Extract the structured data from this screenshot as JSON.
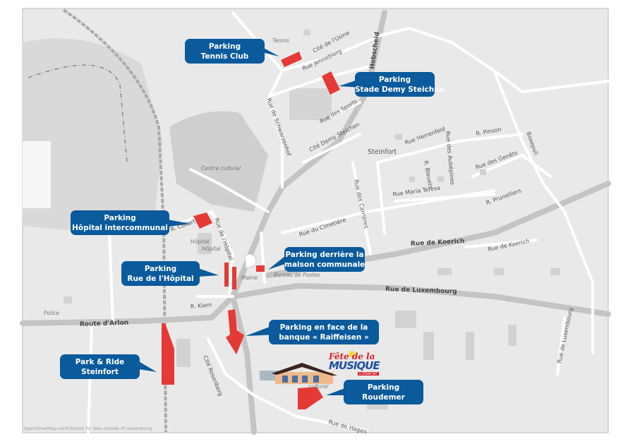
{
  "colors": {
    "callout": "#0a5a9c",
    "parking": "#e53935",
    "map_bg": "#e9e9e9",
    "road": "#ffffff",
    "main_road": "#c4c4c4"
  },
  "place": "Steinfort",
  "streets": {
    "cite_usine": "Cité de l'Usine",
    "jennebierg": "Rue Jennebierg",
    "hobscheid": "Hobscheid",
    "schwarzenhof": "Rue de Schwarzenhof",
    "sports": "Rue des Sports",
    "demy": "Cité Demy Steichen",
    "herrenfeld": "Rue Herrenfeld",
    "pinson": "R. Pinson",
    "boxepull": "Boxepull",
    "aubepines": "Rue des Aubépines",
    "bleuets": "R. Bleuets",
    "genets": "Rue des Genêts",
    "maria_teresa": "Rue Maria Teresa",
    "prunelliers": "R. Prunelliers",
    "carrieres": "Rue des Carrières",
    "cimetiere": "Rue du Cimetière",
    "koerich": "Rue de Koerich",
    "koerich2": "Rue de Koerich",
    "luxembourg": "Rue de Luxembourg",
    "luxembourg2": "Rue de Luxembourg",
    "collart": "R. Collart",
    "hopital": "Rue de l'Hôpital",
    "kiem": "R. Kiem",
    "arlon": "Route d'Arlon",
    "rosenberg": "Cité Rosenberg",
    "hagen": "Rue de Hagen"
  },
  "pois": {
    "tennis": "Tennis",
    "centre_culturel": "Centre culturel",
    "hopital1": "Hôpital",
    "hopital2": "Hôpital",
    "mairie": "Mairie",
    "bureau_postes": "Bureau de Postes",
    "police": "Police",
    "culturel": "culturel"
  },
  "callouts": [
    {
      "line1": "Parking",
      "line2": "Tennis Club"
    },
    {
      "line1": "Parking",
      "line2": "Stade Demy Steichen"
    },
    {
      "line1": "Parking",
      "line2": "Hôpital intercommunal"
    },
    {
      "line1": "Parking",
      "line2": "Rue de l'Hôpital"
    },
    {
      "line1": "Parking derrière la",
      "line2": "maison communale"
    },
    {
      "line1": "Parking en face de la",
      "line2": "banque « Raiffeisen »"
    },
    {
      "line1": "Park & Ride",
      "line2": "Steinfort"
    },
    {
      "line1": "Parking",
      "line2": "Roudemer"
    }
  ],
  "logo": {
    "line1": "Fête de la",
    "line2": "MUSIQUE",
    "line3": "à STEINFORT"
  },
  "attribution": "OpenStreetMap contributors for data outside of Luxembourg"
}
